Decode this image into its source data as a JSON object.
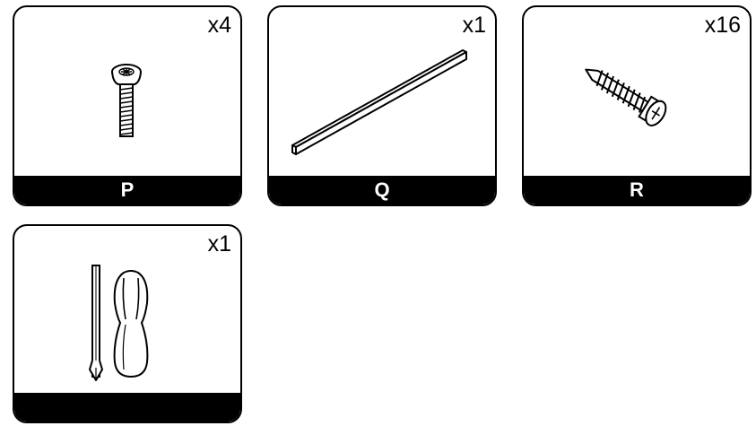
{
  "parts": [
    {
      "label": "P",
      "quantity": "x4",
      "icon": "machine-screw-icon"
    },
    {
      "label": "Q",
      "quantity": "x1",
      "icon": "flat-bar-icon"
    },
    {
      "label": "R",
      "quantity": "x16",
      "icon": "wood-screw-icon"
    },
    {
      "label": "",
      "quantity": "x1",
      "icon": "phillips-screwdriver-icon"
    }
  ]
}
